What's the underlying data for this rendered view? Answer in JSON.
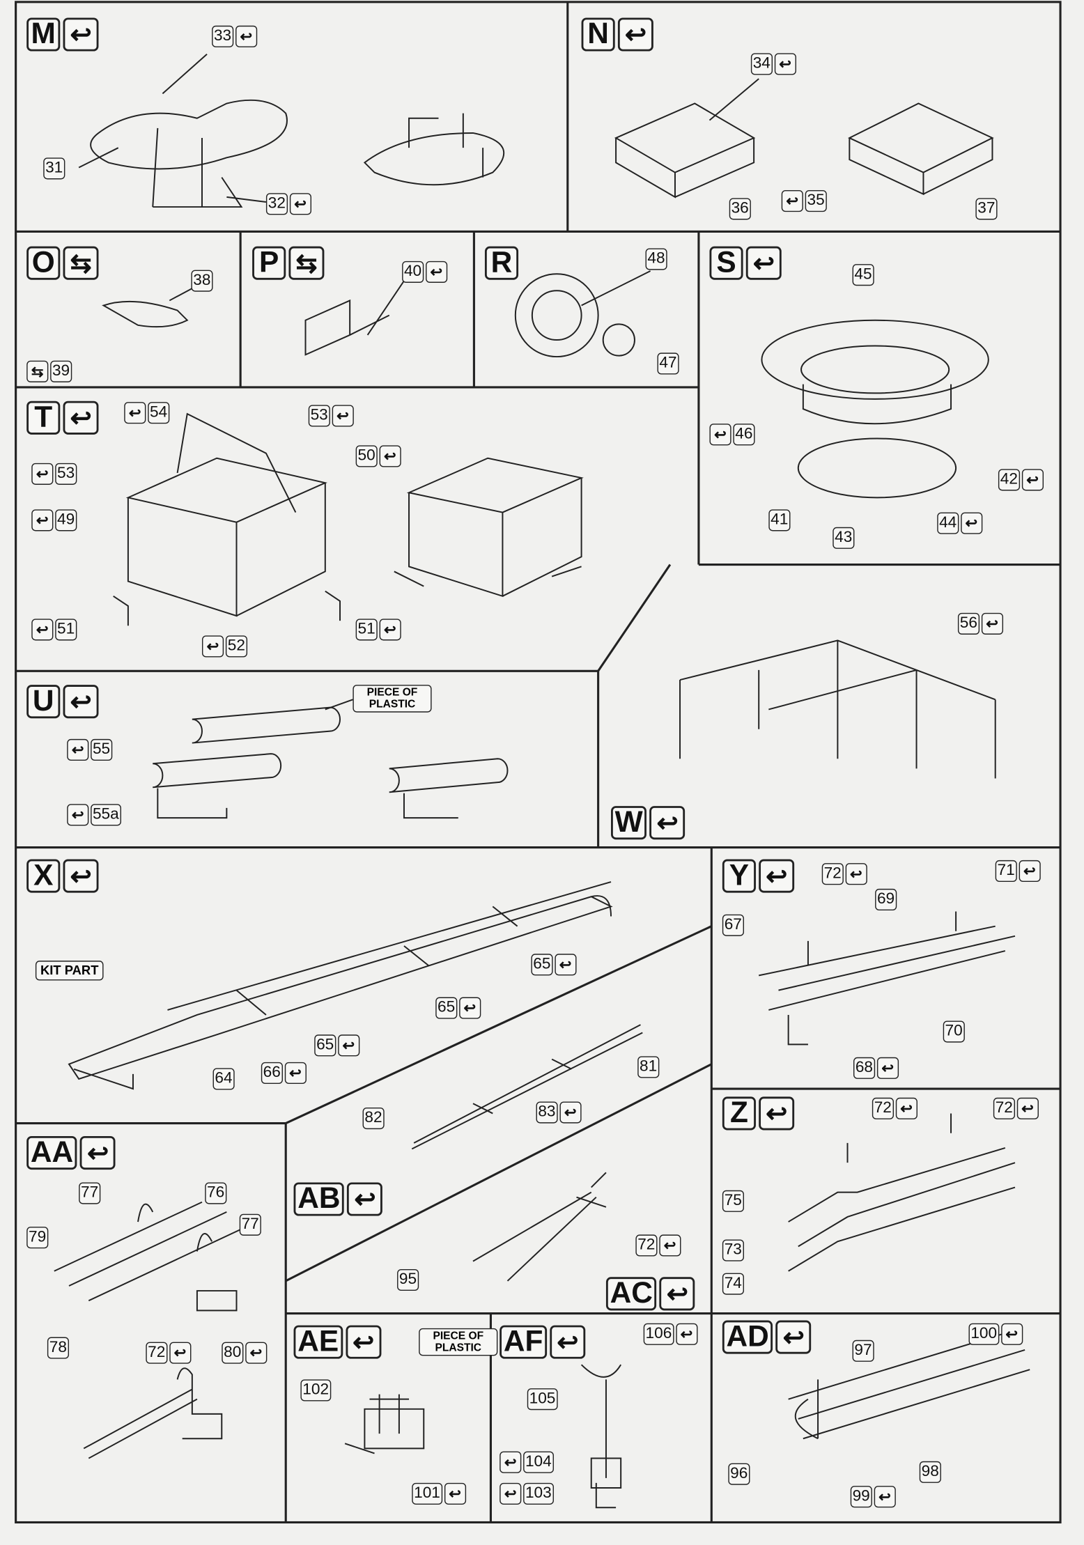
{
  "steps": [
    {
      "letter": "M",
      "icon": "bend-arrow",
      "callouts": [
        {
          "text": "33",
          "arrow": "post"
        },
        {
          "text": "31"
        },
        {
          "text": "32",
          "arrow": "post"
        }
      ]
    },
    {
      "letter": "N",
      "icon": "bend-arrow",
      "callouts": [
        {
          "text": "34",
          "arrow": "post"
        },
        {
          "text": "36"
        },
        {
          "text": "35",
          "arrow": "pre"
        },
        {
          "text": "37"
        }
      ]
    },
    {
      "letter": "O",
      "icon": "flip-arrow",
      "callouts": [
        {
          "text": "38"
        },
        {
          "text": "39",
          "arrow": "pre-flip"
        }
      ]
    },
    {
      "letter": "P",
      "icon": "flip-arrow",
      "callouts": [
        {
          "text": "40",
          "arrow": "post"
        }
      ]
    },
    {
      "letter": "R",
      "icon": "",
      "callouts": [
        {
          "text": "48"
        },
        {
          "text": "47"
        }
      ]
    },
    {
      "letter": "S",
      "icon": "bend-arrow",
      "callouts": [
        {
          "text": "45"
        },
        {
          "text": "46",
          "arrow": "pre"
        },
        {
          "text": "42",
          "arrow": "post"
        },
        {
          "text": "41"
        },
        {
          "text": "43"
        },
        {
          "text": "44",
          "arrow": "post"
        }
      ]
    },
    {
      "letter": "T",
      "icon": "bend-arrow",
      "callouts": [
        {
          "text": "54",
          "arrow": "pre"
        },
        {
          "text": "53",
          "arrow": "post"
        },
        {
          "text": "50",
          "arrow": "post"
        },
        {
          "text": "53",
          "arrow": "pre"
        },
        {
          "text": "49",
          "arrow": "pre"
        },
        {
          "text": "51",
          "arrow": "pre"
        },
        {
          "text": "52",
          "arrow": "pre"
        },
        {
          "text": "51",
          "arrow": "post"
        }
      ]
    },
    {
      "letter": "U",
      "icon": "bend-arrow",
      "callouts": [
        {
          "text": "55",
          "arrow": "pre"
        },
        {
          "text": "55a",
          "arrow": "pre"
        }
      ],
      "note": "PIECE OF PLASTIC"
    },
    {
      "letter": "W",
      "icon": "bend-arrow",
      "callouts": [
        {
          "text": "56",
          "arrow": "post"
        }
      ]
    },
    {
      "letter": "X",
      "icon": "bend-arrow",
      "callouts": [
        {
          "text": "65",
          "arrow": "post"
        },
        {
          "text": "65",
          "arrow": "post"
        },
        {
          "text": "65",
          "arrow": "post"
        },
        {
          "text": "64"
        },
        {
          "text": "66",
          "arrow": "post"
        },
        {
          "text": "81"
        },
        {
          "text": "82"
        },
        {
          "text": "83",
          "arrow": "post"
        }
      ],
      "note": "KIT PART"
    },
    {
      "letter": "Y",
      "icon": "bend-arrow",
      "callouts": [
        {
          "text": "72",
          "arrow": "post"
        },
        {
          "text": "71",
          "arrow": "post"
        },
        {
          "text": "69"
        },
        {
          "text": "67"
        },
        {
          "text": "70"
        },
        {
          "text": "68",
          "arrow": "post"
        }
      ]
    },
    {
      "letter": "Z",
      "icon": "bend-arrow",
      "callouts": [
        {
          "text": "72",
          "arrow": "post"
        },
        {
          "text": "72",
          "arrow": "post"
        },
        {
          "text": "75"
        },
        {
          "text": "73"
        },
        {
          "text": "74"
        }
      ]
    },
    {
      "letter": "AA",
      "icon": "bend-arrow",
      "callouts": [
        {
          "text": "77"
        },
        {
          "text": "76"
        },
        {
          "text": "77"
        },
        {
          "text": "79"
        },
        {
          "text": "78"
        },
        {
          "text": "72",
          "arrow": "post"
        },
        {
          "text": "80",
          "arrow": "post"
        }
      ]
    },
    {
      "letter": "AB",
      "icon": "bend-arrow",
      "callouts": [
        {
          "text": "72",
          "arrow": "post"
        },
        {
          "text": "95"
        }
      ]
    },
    {
      "letter": "AC",
      "icon": "bend-arrow",
      "callouts": []
    },
    {
      "letter": "AE",
      "icon": "bend-arrow",
      "callouts": [
        {
          "text": "102"
        },
        {
          "text": "101",
          "arrow": "post"
        }
      ],
      "note": "PIECE OF PLASTIC"
    },
    {
      "letter": "AF",
      "icon": "bend-arrow",
      "callouts": [
        {
          "text": "106",
          "arrow": "post"
        },
        {
          "text": "105"
        },
        {
          "text": "104",
          "arrow": "pre"
        },
        {
          "text": "103",
          "arrow": "pre"
        }
      ]
    },
    {
      "letter": "AD",
      "icon": "bend-arrow",
      "callouts": [
        {
          "text": "100",
          "arrow": "post"
        },
        {
          "text": "97"
        },
        {
          "text": "96"
        },
        {
          "text": "99",
          "arrow": "post"
        },
        {
          "text": "98"
        }
      ]
    }
  ]
}
